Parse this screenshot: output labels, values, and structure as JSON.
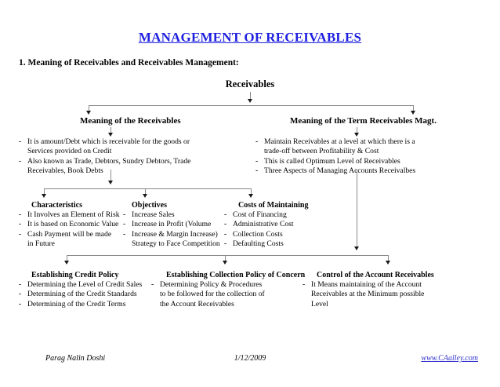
{
  "document": {
    "title": "MANAGEMENT OF RECEIVABLES",
    "title_color": "#1f21e0",
    "section_heading": "1. Meaning of Receivables and Receivables Management:"
  },
  "diagram": {
    "root": "Receivables",
    "branches": {
      "left_heading": "Meaning of the Receivables",
      "right_heading": "Meaning of the Term Receivables Magt."
    },
    "left_points": [
      "It is amount/Debt which is receivable for the goods or\nServices provided on Credit",
      "Also known as Trade, Debtors, Sundry Debtors, Trade\nReceivables, Book Debts"
    ],
    "right_points": [
      "Maintain Receivables at a level at which there is a\ntrade-off between Profitability & Cost",
      "This is called Optimum Level of Receivables",
      "Three Aspects of Managing Accounts Receivalbes"
    ],
    "mid_columns": [
      {
        "heading": "Characteristics",
        "points": [
          "It Involves an Element of Risk",
          "It is based on Economic Value",
          "Cash Payment will be made\nin Future"
        ],
        "continuation": ""
      },
      {
        "heading": "Objectives",
        "points": [
          "Increase Sales",
          "Increase in Profit (Volume",
          "Increase & Margin Increase)"
        ],
        "continuation": "Strategy to Face Competition"
      },
      {
        "heading": "Costs of Maintaining",
        "points": [
          "Cost of Financing",
          "Administrative Cost",
          "Collection Costs",
          "Defaulting Costs"
        ],
        "continuation": ""
      }
    ],
    "bottom_columns": [
      {
        "heading": "Establishing Credit Policy",
        "points": [
          "Determining the Level of Credit Sales",
          "Determining of the Credit Standards",
          "Determining of the Credit Terms"
        ],
        "continuation": ""
      },
      {
        "heading": "Establishing Collection Policy of Concern",
        "points": [
          "Determining Policy & Procedures"
        ],
        "continuation": "to be followed for the collection of\nthe Account Receivables"
      },
      {
        "heading": "Control of the Account Receivables",
        "points": [
          "It Means maintaining of the Account"
        ],
        "continuation": "Receivables at the Minimum possible\nLevel"
      }
    ],
    "bullet_dash": "-"
  },
  "footer": {
    "author": "Parag Nalin Doshi",
    "date": "1/12/2009",
    "link": "www.CAalley.com",
    "link_color": "#3333cc"
  }
}
